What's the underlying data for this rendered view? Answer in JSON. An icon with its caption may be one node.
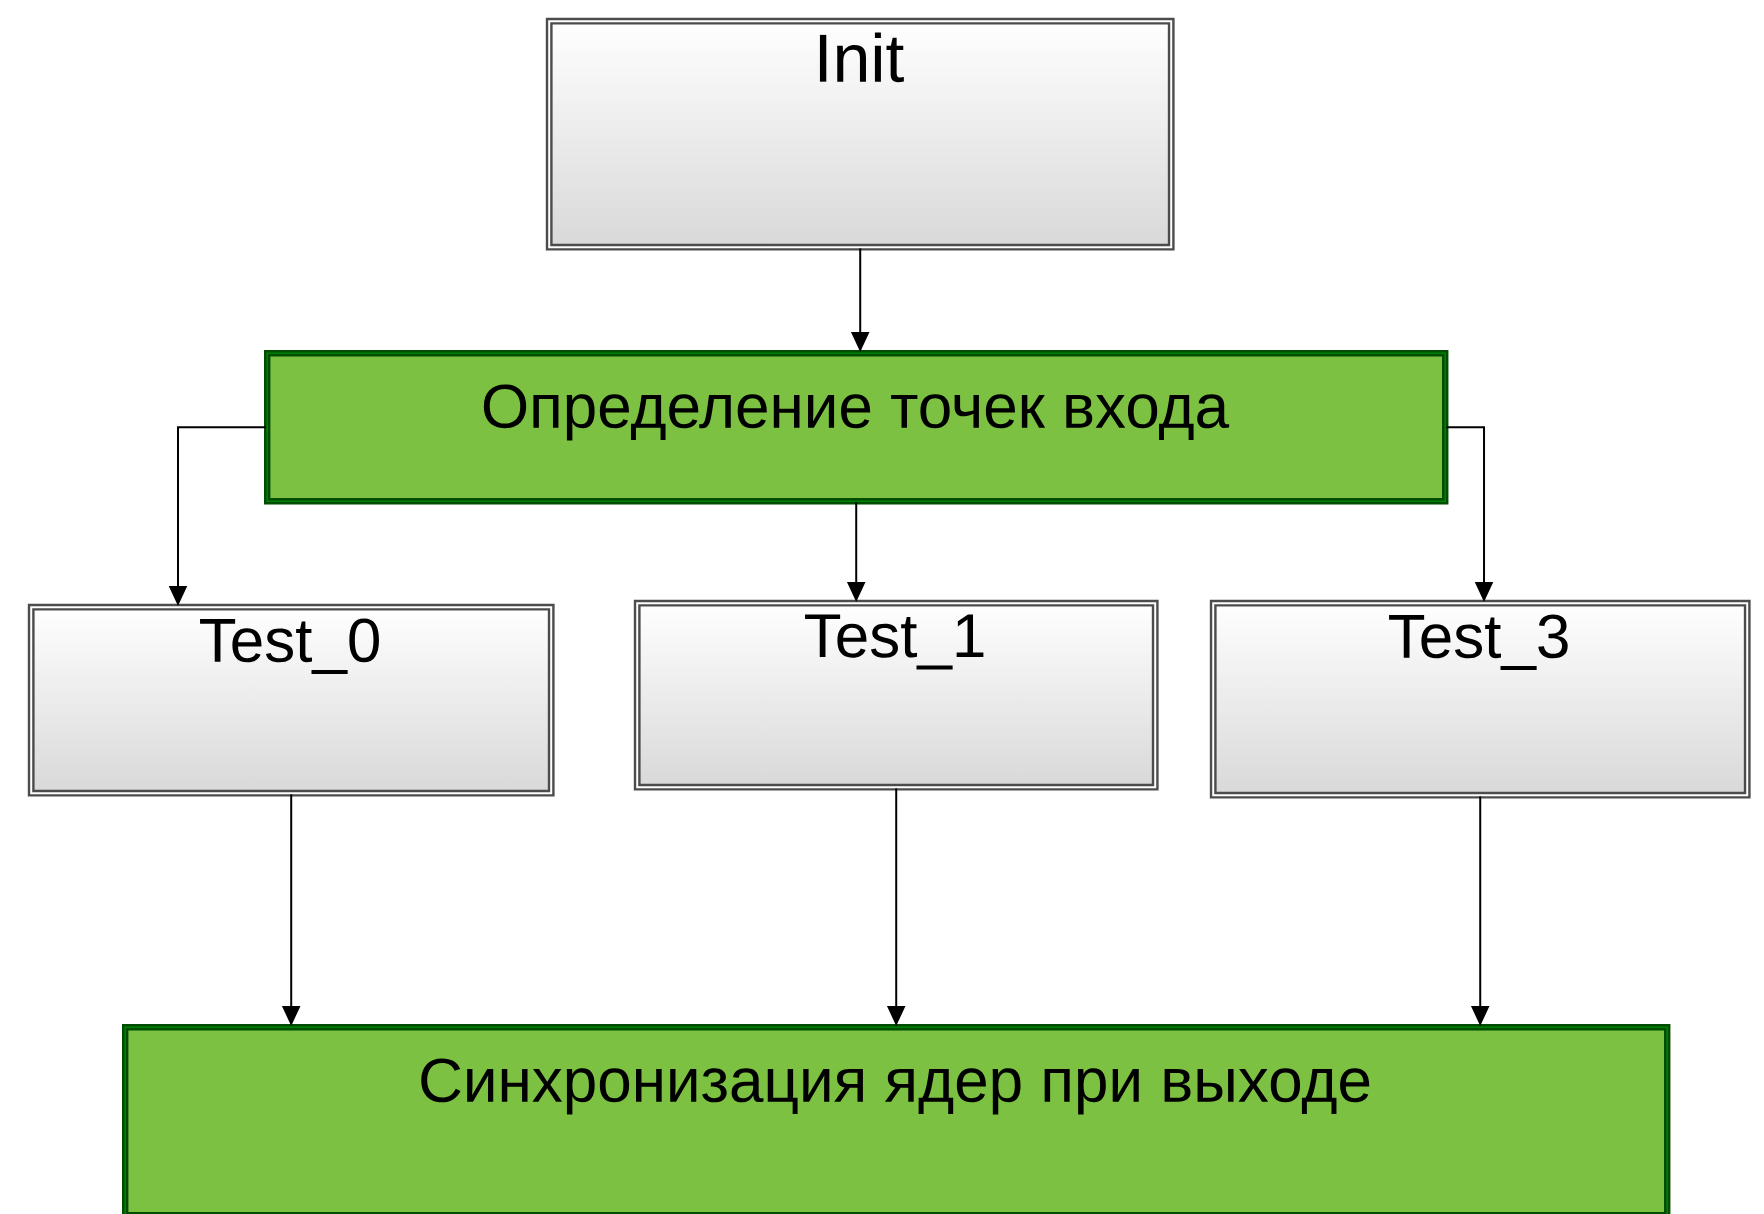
{
  "diagram": {
    "nodes": [
      {
        "text": [
          "Init"
        ]
      },
      {
        "text": [
          "Определение точек входа"
        ]
      },
      {
        "text": [
          "Test_0"
        ]
      },
      {
        "text": [
          "Test_1"
        ]
      },
      {
        "text": [
          "Test_3"
        ]
      },
      {
        "text": [
          "Синхронизация ядер при выходе"
        ]
      }
    ],
    "edges": [
      {
        "from": 0,
        "to": 1,
        "arrow": "to"
      },
      {
        "from": 1,
        "to": 2,
        "arrow": "to"
      },
      {
        "from": 1,
        "to": 3,
        "arrow": "to"
      },
      {
        "from": 1,
        "to": 4,
        "arrow": "to"
      },
      {
        "from": 2,
        "to": 5,
        "arrow": "to"
      },
      {
        "from": 3,
        "to": 5,
        "arrow": "to"
      },
      {
        "from": 4,
        "to": 5,
        "arrow": "to"
      }
    ]
  }
}
